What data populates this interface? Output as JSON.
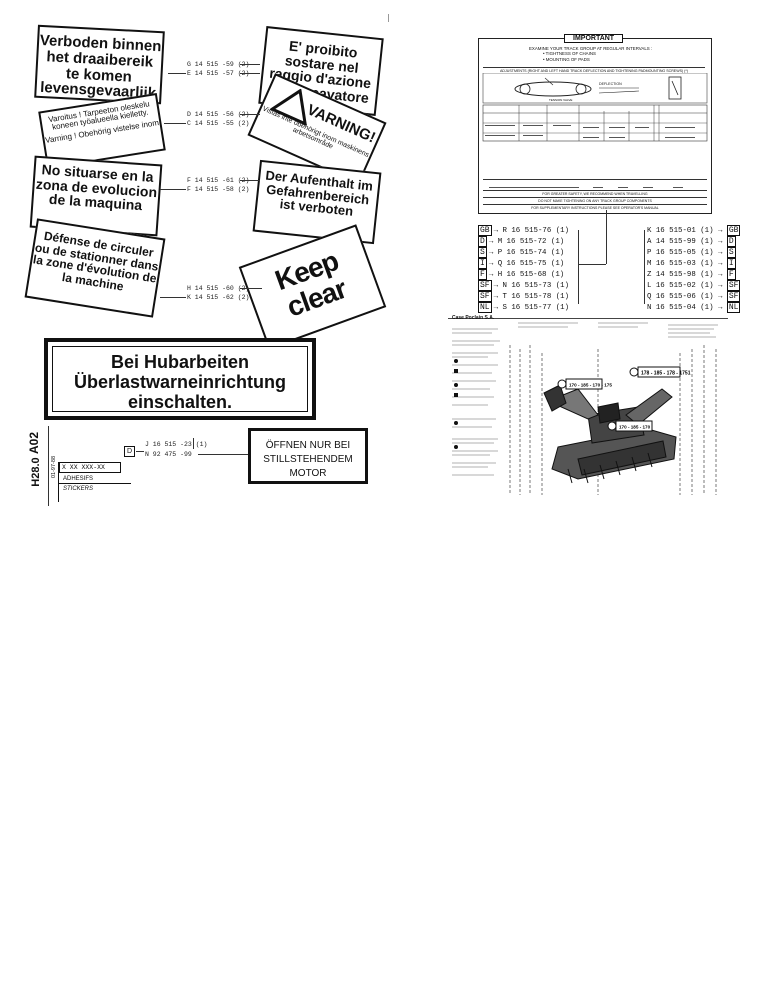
{
  "left_panel": {
    "stickers": {
      "dutch": "Verboden binnen het draaibereik te komen levensgevaarlijk",
      "italian": "E' proibito sostare nel raggio d'azione dell'escavatore",
      "finnish_1": "Varoitus ! Tarpeeton oleskelu koneen työalueella kielletty.",
      "finnish_2": "Varning ! Obehörig vistelse inom",
      "swedish": "VARNING!",
      "swedish_sub": "Vistas inte obehörigt inom maskinens arbetsområde",
      "spanish": "No situarse en la zona de evolucion de la maquina",
      "german_1": "Der Aufenthalt im Gefahrenbereich ist verboten",
      "french": "Défense de circuler ou de stationner dans la zone d'évolution de la machine",
      "english": "Keep clear",
      "german_big": "Bei Hubarbeiten Überlastwarneinrichtung einschalten.",
      "german_motor": "ÖFFNEN NUR BEI STILLSTEHENDEM MOTOR"
    },
    "part_numbers": {
      "g": "G 14 515 -59 (2)",
      "e": "E 14 515 -57 (2)",
      "d": "D 14 515 -56 (2)",
      "c": "C 14 515 -55 (2)",
      "f": "F 14 515 -61 (2)",
      "f2": "F 14 515 -58 (2)",
      "h": "H 14 515 -60 (2)",
      "k": "K 14 515 -62 (2)",
      "j": "J 16 515 -23 (1)",
      "n": "N 92 475 -99"
    },
    "small_code": "D",
    "side_code_1": "A02",
    "side_code_2": "H28.0",
    "side_date": "01-97-88",
    "title_block": {
      "code": "X XX XXX-XX",
      "line1": "ADHESIFS",
      "line2": "STICKERS"
    }
  },
  "right_panel": {
    "notice_title": "IMPORTANT",
    "notice_lines": [
      "EXAMINE YOUR TRACK GROUP AT REGULAR INTERVALS :",
      "• TIGHTNESS OF CHAINS",
      "• MOUNTING OF PADS"
    ],
    "notice_caption": "ADJUSTMENTS (RIGHT AND LEFT HAND TRACK DEFLECTION AND TIGHTENING PADMOUNTING SCREWS) (*)",
    "notice_footer_1": "FOR GREATER SAFETY, WE RECOMMEND WHEN TRAVELLING",
    "notice_footer_2": "DO NOT MAKE TIGHTENING ON ANY TRACK GROUP COMPONENTS",
    "notice_footer_3": "FOR SUPPLEMENTARY INSTRUCTIONS PLEASE SEE OPERATOR'S MANUAL",
    "deflection_label": "DEFLECTION",
    "refs_left": [
      {
        "code": "GB",
        "text": "R 16 515-76 (1)"
      },
      {
        "code": "D",
        "text": "M 16 515-72 (1)"
      },
      {
        "code": "S",
        "text": "P 16 515-74 (1)"
      },
      {
        "code": "I",
        "text": "Q 16 515-75 (1)"
      },
      {
        "code": "F",
        "text": "H 16 515-68 (1)"
      },
      {
        "code": "SF",
        "text": "N 16 515-73 (1)"
      },
      {
        "code": "SF",
        "text": "T 16 515-78 (1)"
      },
      {
        "code": "NL",
        "text": "S 16 515-77 (1)"
      }
    ],
    "refs_right": [
      {
        "code": "GB",
        "text": "K 16 515-01 (1)"
      },
      {
        "code": "D",
        "text": "A 14 515-99 (1)"
      },
      {
        "code": "S",
        "text": "P 16 515-05 (1)"
      },
      {
        "code": "I",
        "text": "M 16 515-03 (1)"
      },
      {
        "code": "F",
        "text": "Z 14 515-98 (1)"
      },
      {
        "code": "SF",
        "text": "L 16 515-02 (1)"
      },
      {
        "code": "SF",
        "text": "Q 16 515-06 (1)"
      },
      {
        "code": "NL",
        "text": "N 16 515-04 (1)"
      }
    ],
    "manual_title": "Case Poclain S.A.",
    "manual_labels": [
      "178 - 185 - 178 - 1751",
      "170 - 185 - 170 - 175",
      "170 - 185 - 170"
    ]
  }
}
